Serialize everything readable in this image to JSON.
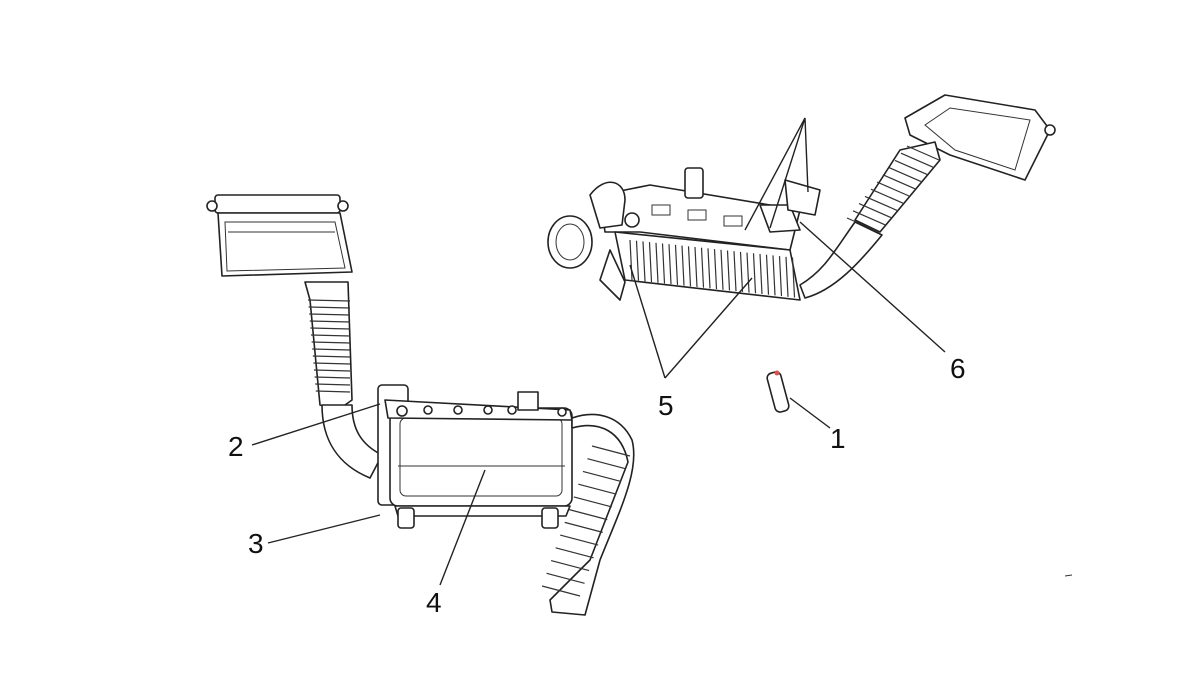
{
  "diagram": {
    "callouts": [
      {
        "id": "c1",
        "text": "1"
      },
      {
        "id": "c2",
        "text": "2"
      },
      {
        "id": "c3",
        "text": "3"
      },
      {
        "id": "c4",
        "text": "4"
      },
      {
        "id": "c5",
        "text": "5"
      },
      {
        "id": "c6",
        "text": "6"
      }
    ],
    "colors": {
      "line": "#222222",
      "background": "#ffffff",
      "accent": "#d9534f"
    }
  }
}
